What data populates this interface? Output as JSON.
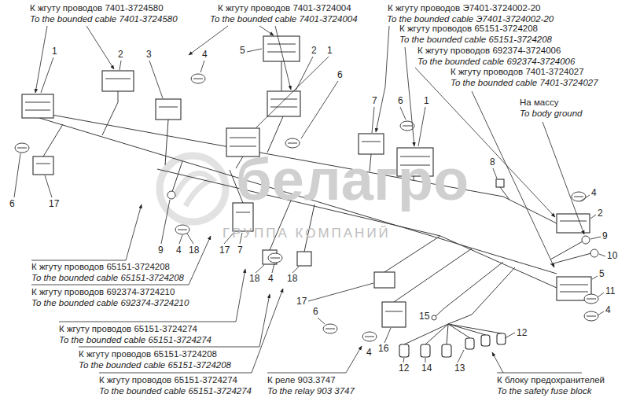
{
  "diagram": {
    "labels": [
      "К жгуту проводов 7401-3724580",
      "To the bounded cable 7401-3724580",
      "К жгуту проводов 7401-3724004",
      "To the bounded cable 7401-3724004",
      "К жгуту проводов Э7401-3724002-20",
      "To the bounded cable Э7401-3724002-20",
      "К жгуту проводов 65151-3724208",
      "To the bounded cable 65151-3724208",
      "К жгуту проводов 692374-3724006",
      "To the bounded cable 692374-3724006",
      "К жгуту проводов 7401-3724027",
      "To the bounded cable 7401-3724027",
      "На массу",
      "To body ground",
      "1",
      "2",
      "3",
      "4",
      "5",
      "2",
      "1",
      "6",
      "7",
      "6",
      "1",
      "8",
      "4",
      "2",
      "9",
      "10",
      "5",
      "11",
      "4",
      "6",
      "17",
      "9",
      "4",
      "18",
      "17",
      "7",
      "18",
      "4",
      "18",
      "17",
      "6",
      "15",
      "12",
      "4",
      "16",
      "12",
      "14",
      "13",
      "К жгуту проводов 65151-3724208",
      "To the bounded cable 65151-3724208",
      "К жгуту проводов 692374-3724210",
      "To the bounded cable 692374-3724210",
      "К жгуту проводов 65151-3724274",
      "To the bounded cable 65151-3724274",
      "К жгуту проводов 65151-3724208",
      "To the bounded cable 65151-3724208",
      "К жгуту проводов 65151-3724274",
      "To the bounded cable 65151-3724274",
      "К реле 903.3747",
      "To the relay 903 3747",
      "К блоку предохранителей",
      "To the safety fuse block",
      "белагро",
      "ГРУППА КОМПАНИЙ"
    ]
  }
}
